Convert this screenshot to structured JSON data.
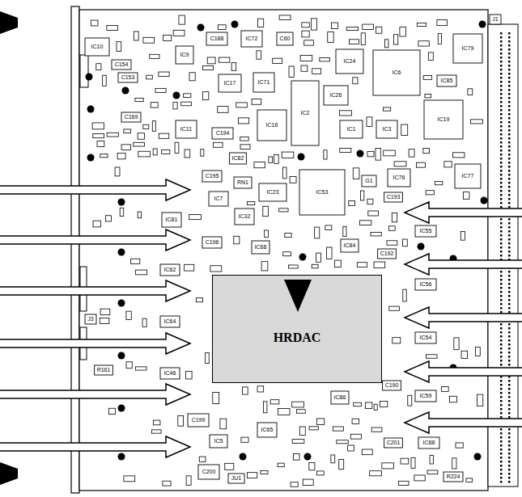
{
  "diagram": {
    "nodes": [
      {
        "text": [
          "HRDAC"
        ]
      }
    ],
    "labels": [
      "IC10",
      "C154",
      "C153",
      "IC9",
      "C188",
      "IC17",
      "IC72",
      "IC71",
      "C60",
      "IC24",
      "IC26",
      "IC6",
      "IC79",
      "IC85",
      "IC16",
      "IC2",
      "IC1",
      "IC3",
      "IC19",
      "IC11",
      "C194",
      "C169",
      "C195",
      "IC7",
      "IC23",
      "IC53",
      "IC82",
      "RN1",
      "G1",
      "IC76",
      "IC77",
      "C193",
      "IC32",
      "IC81",
      "C196",
      "IC68",
      "IC84",
      "C192",
      "IC62",
      "IC55",
      "IC56",
      "IC64",
      "IC54",
      "IC46",
      "C190",
      "IC59",
      "IC86",
      "C199",
      "IC65",
      "C201",
      "IC88",
      "IC5",
      "C200",
      "JU1",
      "R224",
      "J3",
      "J1",
      "R161"
    ]
  }
}
